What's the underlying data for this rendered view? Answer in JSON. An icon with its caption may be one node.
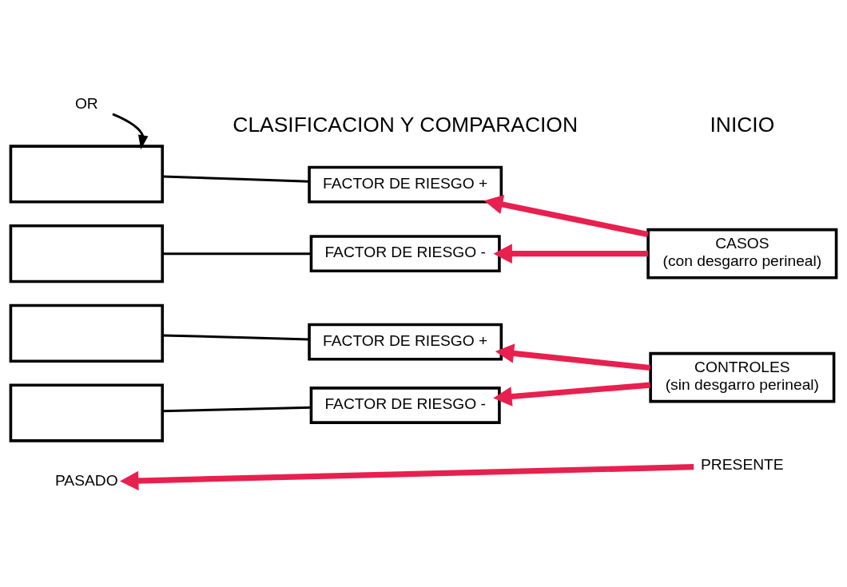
{
  "diagram": {
    "nodes": [
      {
        "text": [
          "OR"
        ]
      },
      {
        "text": [],
        "shape": "box"
      },
      {
        "text": [
          "FACTOR DE RIESGO +"
        ]
      },
      {
        "text": [
          "CASOS",
          "(con desgarro perineal)"
        ]
      },
      {
        "text": [],
        "shape": "box"
      },
      {
        "text": [
          "FACTOR DE RIESGO -"
        ]
      },
      {
        "text": [],
        "shape": "box"
      },
      {
        "text": [
          "FACTOR DE RIESGO +"
        ]
      },
      {
        "text": [
          "CONTROLES",
          "(sin desgarro perineal)"
        ]
      },
      {
        "text": [],
        "shape": "box"
      },
      {
        "text": [
          "FACTOR DE RIESGO -"
        ]
      },
      {
        "text": [
          "PASADO"
        ]
      },
      {
        "text": [
          "PRESENTE"
        ]
      }
    ],
    "edges": [
      {
        "from": 0,
        "to": 1,
        "arrow": "to"
      },
      {
        "from": 2,
        "to": 1,
        "arrow": "none"
      },
      {
        "from": 5,
        "to": 4,
        "arrow": "none"
      },
      {
        "from": 7,
        "to": 6,
        "arrow": "none"
      },
      {
        "from": 10,
        "to": 9,
        "arrow": "none"
      },
      {
        "from": 3,
        "to": 2,
        "arrow": "to",
        "style": "thick",
        "color": "#e8204f"
      },
      {
        "from": 3,
        "to": 5,
        "arrow": "to",
        "style": "thick",
        "color": "#e8204f"
      },
      {
        "from": 8,
        "to": 7,
        "arrow": "to",
        "style": "thick",
        "color": "#e8204f"
      },
      {
        "from": 8,
        "to": 10,
        "arrow": "to",
        "style": "thick",
        "color": "#e8204f"
      },
      {
        "from": 12,
        "to": 11,
        "arrow": "to",
        "style": "thick",
        "color": "#e8204f"
      }
    ],
    "labels": [
      "CLASIFICACION Y COMPARACION",
      "INICIO"
    ]
  }
}
